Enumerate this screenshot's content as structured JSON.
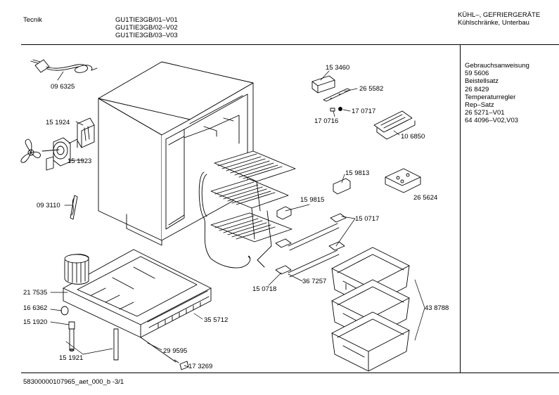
{
  "header": {
    "brand": "Tecnik",
    "models": [
      "GU1TIE3GB/01–V01",
      "GU1TIE3GB/02–V02",
      "GU1TIE3GB/03–V03"
    ],
    "category": [
      "KÜHL–, GEFRIERGERÄTE",
      "Kühlschränke, Unterbau"
    ]
  },
  "side_list": [
    "Gebrauchsanweisung",
    "59 5606",
    "Beistellsatz",
    "26 8429",
    "Temperaturregler",
    "Rep–Satz",
    "26 5271–V01",
    "64 4096–V02,V03"
  ],
  "part_labels": {
    "p096325": "09 6325",
    "p151924": "15 1924",
    "p151923": "15 1923",
    "p093110": "09 3110",
    "p217535": "21 7535",
    "p166362": "16 6362",
    "p151920": "15 1920",
    "p151921": "15 1921",
    "p299595": "29 9595",
    "p173269": "17 3269",
    "p355712": "35 5712",
    "p153460": "15 3460",
    "p265582": "26 5582",
    "p170717": "17 0717",
    "p170716": "17 0716",
    "p106850": "10 6850",
    "p159813": "15 9813",
    "p265624": "26 5624",
    "p159815": "15 9815",
    "p150717": "15 0717",
    "p150718": "15 0718",
    "p367257": "36 7257",
    "p438788": "43 8788"
  },
  "footer": {
    "code": "58300000107965_aet_000_b  -3/1"
  }
}
